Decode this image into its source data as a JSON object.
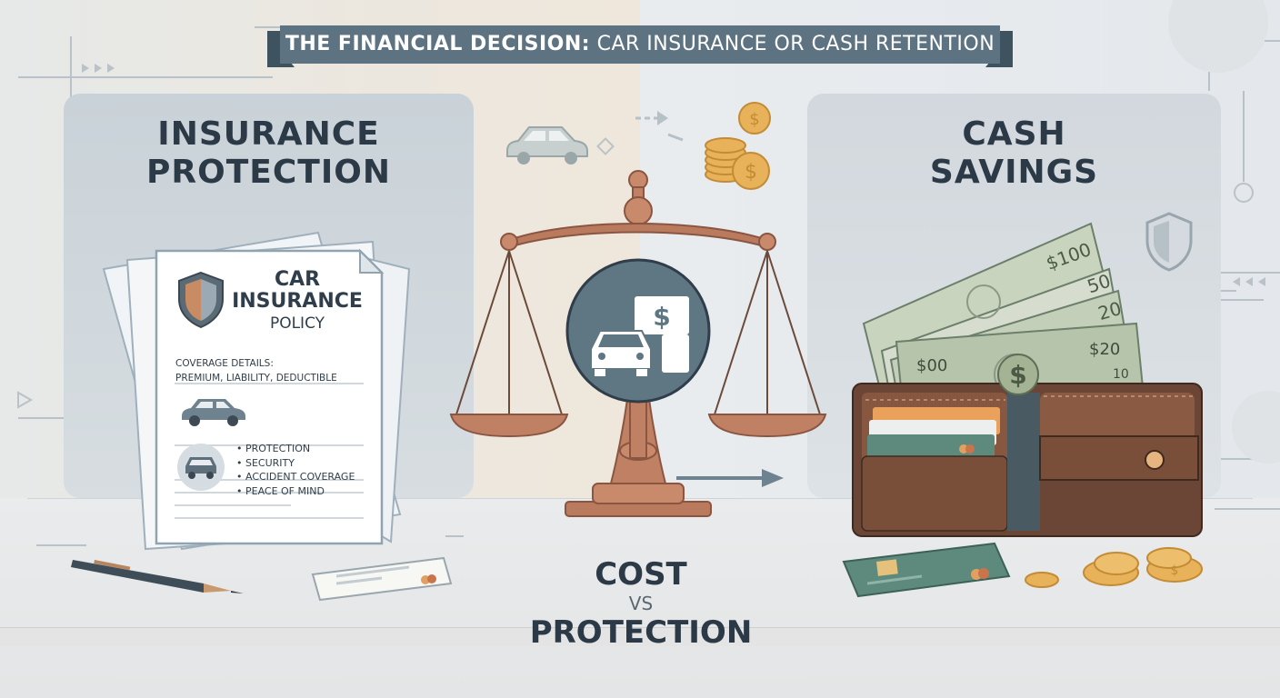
{
  "banner": {
    "title_bold": "THE FINANCIAL DECISION:",
    "title_rest": "CAR INSURANCE OR CASH RETENTION"
  },
  "left_panel": {
    "title_line1": "INSURANCE",
    "title_line2": "PROTECTION"
  },
  "right_panel": {
    "title_line1": "CASH",
    "title_line2": "SAVINGS"
  },
  "policy_document": {
    "title_line1": "CAR",
    "title_line2": "INSURANCE",
    "title_line3": "POLICY",
    "coverage_heading": "COVERAGE DETAILS:",
    "coverage_items": "PREMIUM, LIABILITY, DEDUCTIBLE",
    "bullets": [
      "• PROTECTION",
      "• SECURITY",
      "• ACCIDENT COVERAGE",
      "• PEACE OF MIND"
    ]
  },
  "banknotes": {
    "note1": "$100",
    "note2": "50",
    "note3": "20",
    "note4_left": "$00",
    "note4_right": "$20",
    "note4_corner": "10"
  },
  "center": {
    "cost": "COST",
    "vs": "VS",
    "protection": "PROTECTION"
  },
  "colors": {
    "banner": "#5d7382",
    "banner_fold": "#3f5260",
    "dark_text": "#2c3a47",
    "scale_bronze": "#b97a5e",
    "scale_dark": "#8a5642",
    "medallion": "#5f7683",
    "coin": "#e8b25a",
    "wallet": "#7a4f3a",
    "card_green": "#5d8a7d"
  },
  "icons": [
    "car-icon",
    "coin-stack-icon",
    "dollar-icon",
    "shield-icon",
    "scale-icon",
    "wallet-icon",
    "pen-icon",
    "credit-card-icon",
    "arrow-right-icon"
  ]
}
